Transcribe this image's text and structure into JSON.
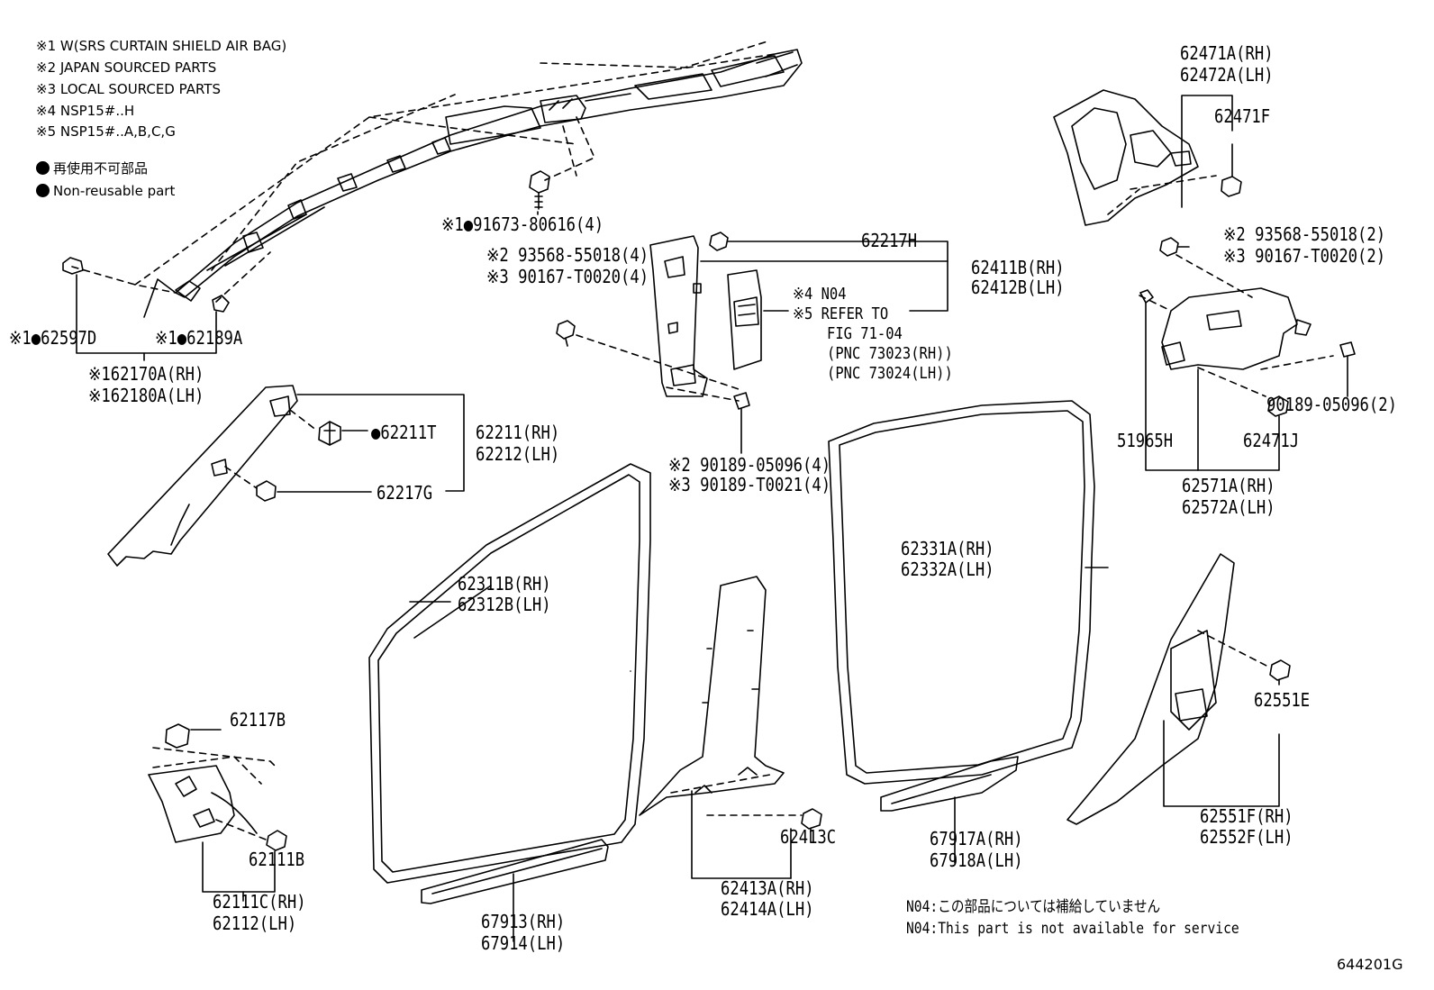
{
  "legend": {
    "lines": [
      "※1 W(SRS CURTAIN SHIELD AIR BAG)",
      "※2 JAPAN SOURCED PARTS",
      "※3 LOCAL SOURCED PARTS",
      "※4 NSP15#..H",
      "※5 NSP15#..A,B,C,G"
    ],
    "nonreusable_jp": "再使用不可部品",
    "nonreusable_en": "Non-reusable part"
  },
  "labels": {
    "l_91673": "※1●91673-80616(4)",
    "l_62597D": "※1●62597D",
    "l_62189A": "※1●62189A",
    "l_62170A": "※162170A(RH)",
    "l_62180A": "※162180A(LH)",
    "l_62211T": "●62211T",
    "l_62211": "62211(RH)",
    "l_62212": "62212(LH)",
    "l_62217G": "62217G",
    "l_93568_4": "※2 93568-55018(4)",
    "l_90167_4": "※3 90167-T0020(4)",
    "l_62217H": "62217H",
    "l_62411B": "62411B(RH)",
    "l_62412B": "62412B(LH)",
    "l_n04": "※4 N04",
    "l_refer": "※5 REFER TO",
    "l_fig": "FIG 71-04",
    "l_pnc1": "(PNC 73023(RH))",
    "l_pnc2": "(PNC 73024(LH))",
    "l_90189_4": "※2 90189-05096(4)",
    "l_90189T_4": "※3 90189-T0021(4)",
    "l_62471A": "62471A(RH)",
    "l_62472A": "62472A(LH)",
    "l_62471F": "62471F",
    "l_93568_2": "※2 93568-55018(2)",
    "l_90167_2": "※3 90167-T0020(2)",
    "l_90189_2": "90189-05096(2)",
    "l_51965H": "51965H",
    "l_62471J": "62471J",
    "l_62571A": "62571A(RH)",
    "l_62572A": "62572A(LH)",
    "l_62311B": "62311B(RH)",
    "l_62312B": "62312B(LH)",
    "l_62331A": "62331A(RH)",
    "l_62332A": "62332A(LH)",
    "l_62551E": "62551E",
    "l_62551F": "62551F(RH)",
    "l_62552F": "62552F(LH)",
    "l_62117B": "62117B",
    "l_62111B": "62111B",
    "l_62111C": "62111C(RH)",
    "l_62112": "62112(LH)",
    "l_67913": "67913(RH)",
    "l_67914": "67914(LH)",
    "l_62413C": "62413C",
    "l_62413A": "62413A(RH)",
    "l_62414A": "62414A(LH)",
    "l_67917A": "67917A(RH)",
    "l_67918A": "67918A(LH)"
  },
  "notes": {
    "jp": "N04:この部品については補給していません",
    "en": "N04:This part is not available for service"
  },
  "figure_id": "644201G"
}
